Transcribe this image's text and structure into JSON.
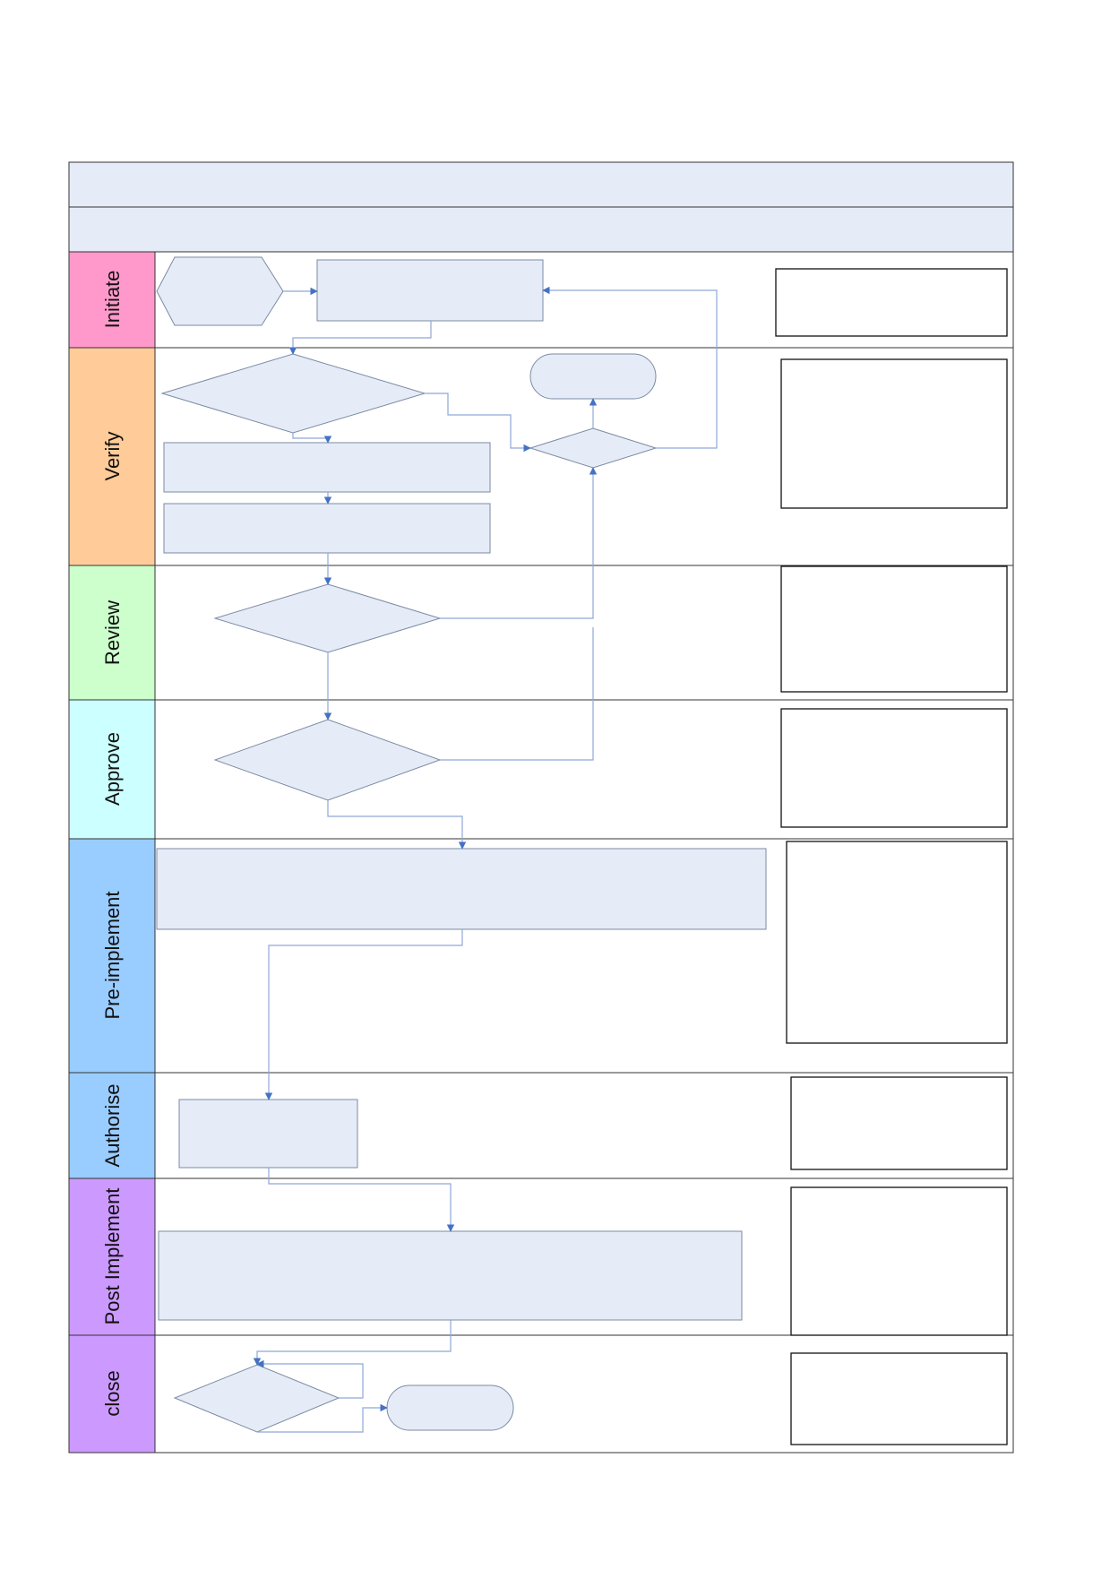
{
  "lanes": [
    {
      "label": "Initiate",
      "color": "#ff99cc"
    },
    {
      "label": "Verify",
      "color": "#ffcc99"
    },
    {
      "label": "Review",
      "color": "#ccffcc"
    },
    {
      "label": "Approve",
      "color": "#ccffff"
    },
    {
      "label": "Pre-implement",
      "color": "#99ccff"
    },
    {
      "label": "Authorise",
      "color": "#99ccff"
    },
    {
      "label": "Post Implement",
      "color": "#cc99ff"
    },
    {
      "label": "close",
      "color": "#cc99ff"
    }
  ],
  "colors": {
    "header_fill": "#e6ecf7",
    "shape_fill": "#e6ecf7",
    "shape_stroke": "#7b8aa3",
    "connector": "#4472c4",
    "frame": "#333333"
  }
}
